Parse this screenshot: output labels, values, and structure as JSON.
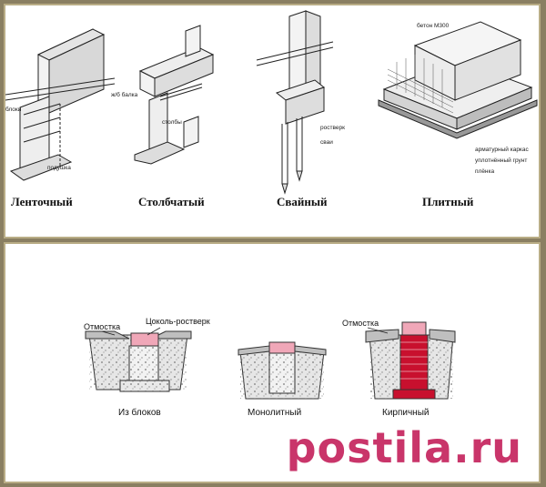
{
  "top_panel": {
    "types": [
      {
        "caption": "Ленточный",
        "labels": [
          "блоки",
          "подушка"
        ]
      },
      {
        "caption": "Столбчатый",
        "labels": [
          "ж/б балка",
          "столбы"
        ]
      },
      {
        "caption": "Свайный",
        "labels": [
          "ростверк",
          "сваи"
        ]
      },
      {
        "caption": "Плитный",
        "labels": [
          "бетон М300",
          "арматурный каркас",
          "уплотнённый грунт",
          "плёнка"
        ]
      }
    ]
  },
  "bottom_panel": {
    "labels": {
      "otmostka_left": "Отмостка",
      "cokol": "Цоколь-ростверк",
      "otmostka_right": "Отмостка"
    },
    "captions": [
      "Из блоков",
      "Монолитный",
      "Кирпичный"
    ]
  },
  "watermark": {
    "text_main": "postila",
    "text_dot": ".",
    "text_tld": "ru"
  },
  "colors": {
    "accent": "#c9356a",
    "frame": "#8a7f62",
    "pink": "#f0a7b8",
    "brick": "#c8102e"
  }
}
